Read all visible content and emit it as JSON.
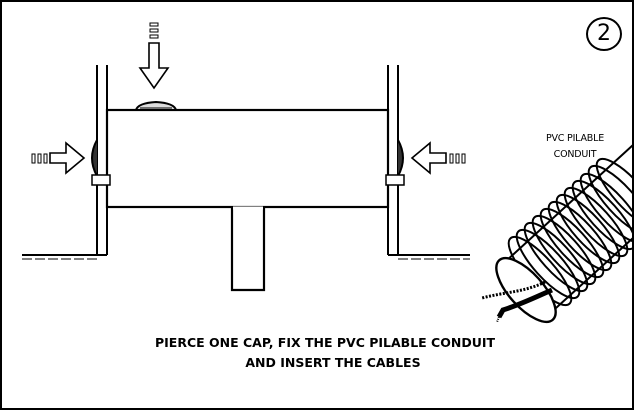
{
  "step": {
    "number": "2"
  },
  "labels": {
    "conduit_line1": "PVC PILABLE",
    "conduit_line2": "CONDUIT"
  },
  "caption": {
    "line1": "PIERCE ONE CAP, FIX THE PVC PILABLE CONDUIT",
    "line2": "AND INSERT THE CABLES"
  },
  "icons": {
    "push_arrow": "arrow-icon",
    "conduit": "corrugated-conduit-icon",
    "cables": "cable-icon"
  },
  "colors": {
    "ink": "#000000",
    "paper": "#ffffff",
    "shade": "#444444"
  }
}
